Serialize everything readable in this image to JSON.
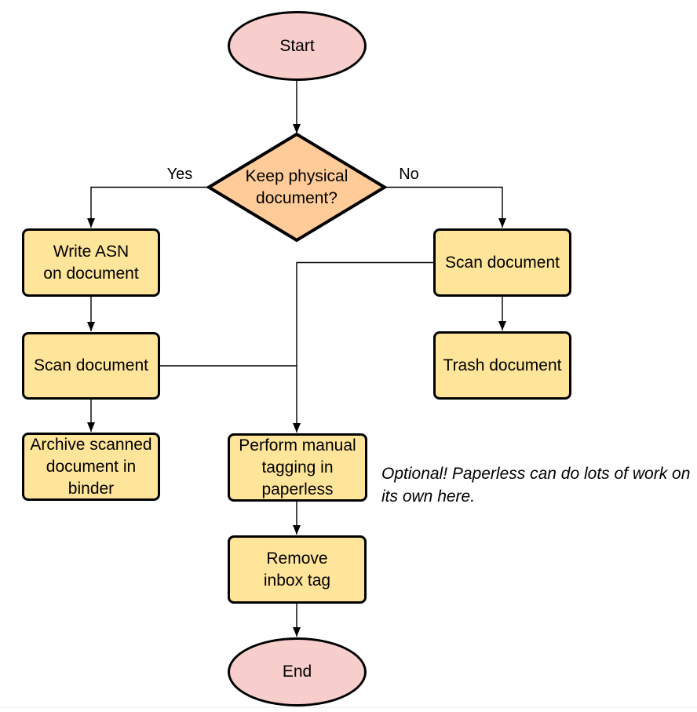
{
  "colors": {
    "background": "#ffffff",
    "stroke": "#000000",
    "text": "#000000",
    "terminal_fill": "#f8cecc",
    "decision_fill": "#ffcc99",
    "process_fill": "#ffe599",
    "bottom_divider": "#ecedee"
  },
  "nodes": {
    "start": {
      "label": "Start",
      "shape": "ellipse"
    },
    "decision": {
      "label": "Keep physical\ndocument?",
      "shape": "diamond"
    },
    "write_asn": {
      "label": "Write ASN\non document",
      "shape": "process"
    },
    "scan_left": {
      "label": "Scan document",
      "shape": "process"
    },
    "archive": {
      "label": "Archive scanned\ndocument in\nbinder",
      "shape": "process"
    },
    "scan_right": {
      "label": "Scan document",
      "shape": "process"
    },
    "trash": {
      "label": "Trash document",
      "shape": "process"
    },
    "tagging": {
      "label": "Perform manual\ntagging in\npaperless",
      "shape": "process"
    },
    "remove_inbox": {
      "label": "Remove\ninbox tag",
      "shape": "process"
    },
    "end": {
      "label": "End",
      "shape": "ellipse"
    }
  },
  "edge_labels": {
    "yes": "Yes",
    "no": "No"
  },
  "edges": [
    "start -> decision",
    "decision -Yes-> write_asn",
    "decision -No-> scan_right",
    "write_asn -> scan_left",
    "scan_left -> archive",
    "scan_left -> tagging",
    "scan_right -> trash",
    "scan_right -> tagging",
    "tagging -> remove_inbox",
    "remove_inbox -> end"
  ],
  "annotation": {
    "text": "Optional! Paperless can do lots of work on\nits own here."
  }
}
